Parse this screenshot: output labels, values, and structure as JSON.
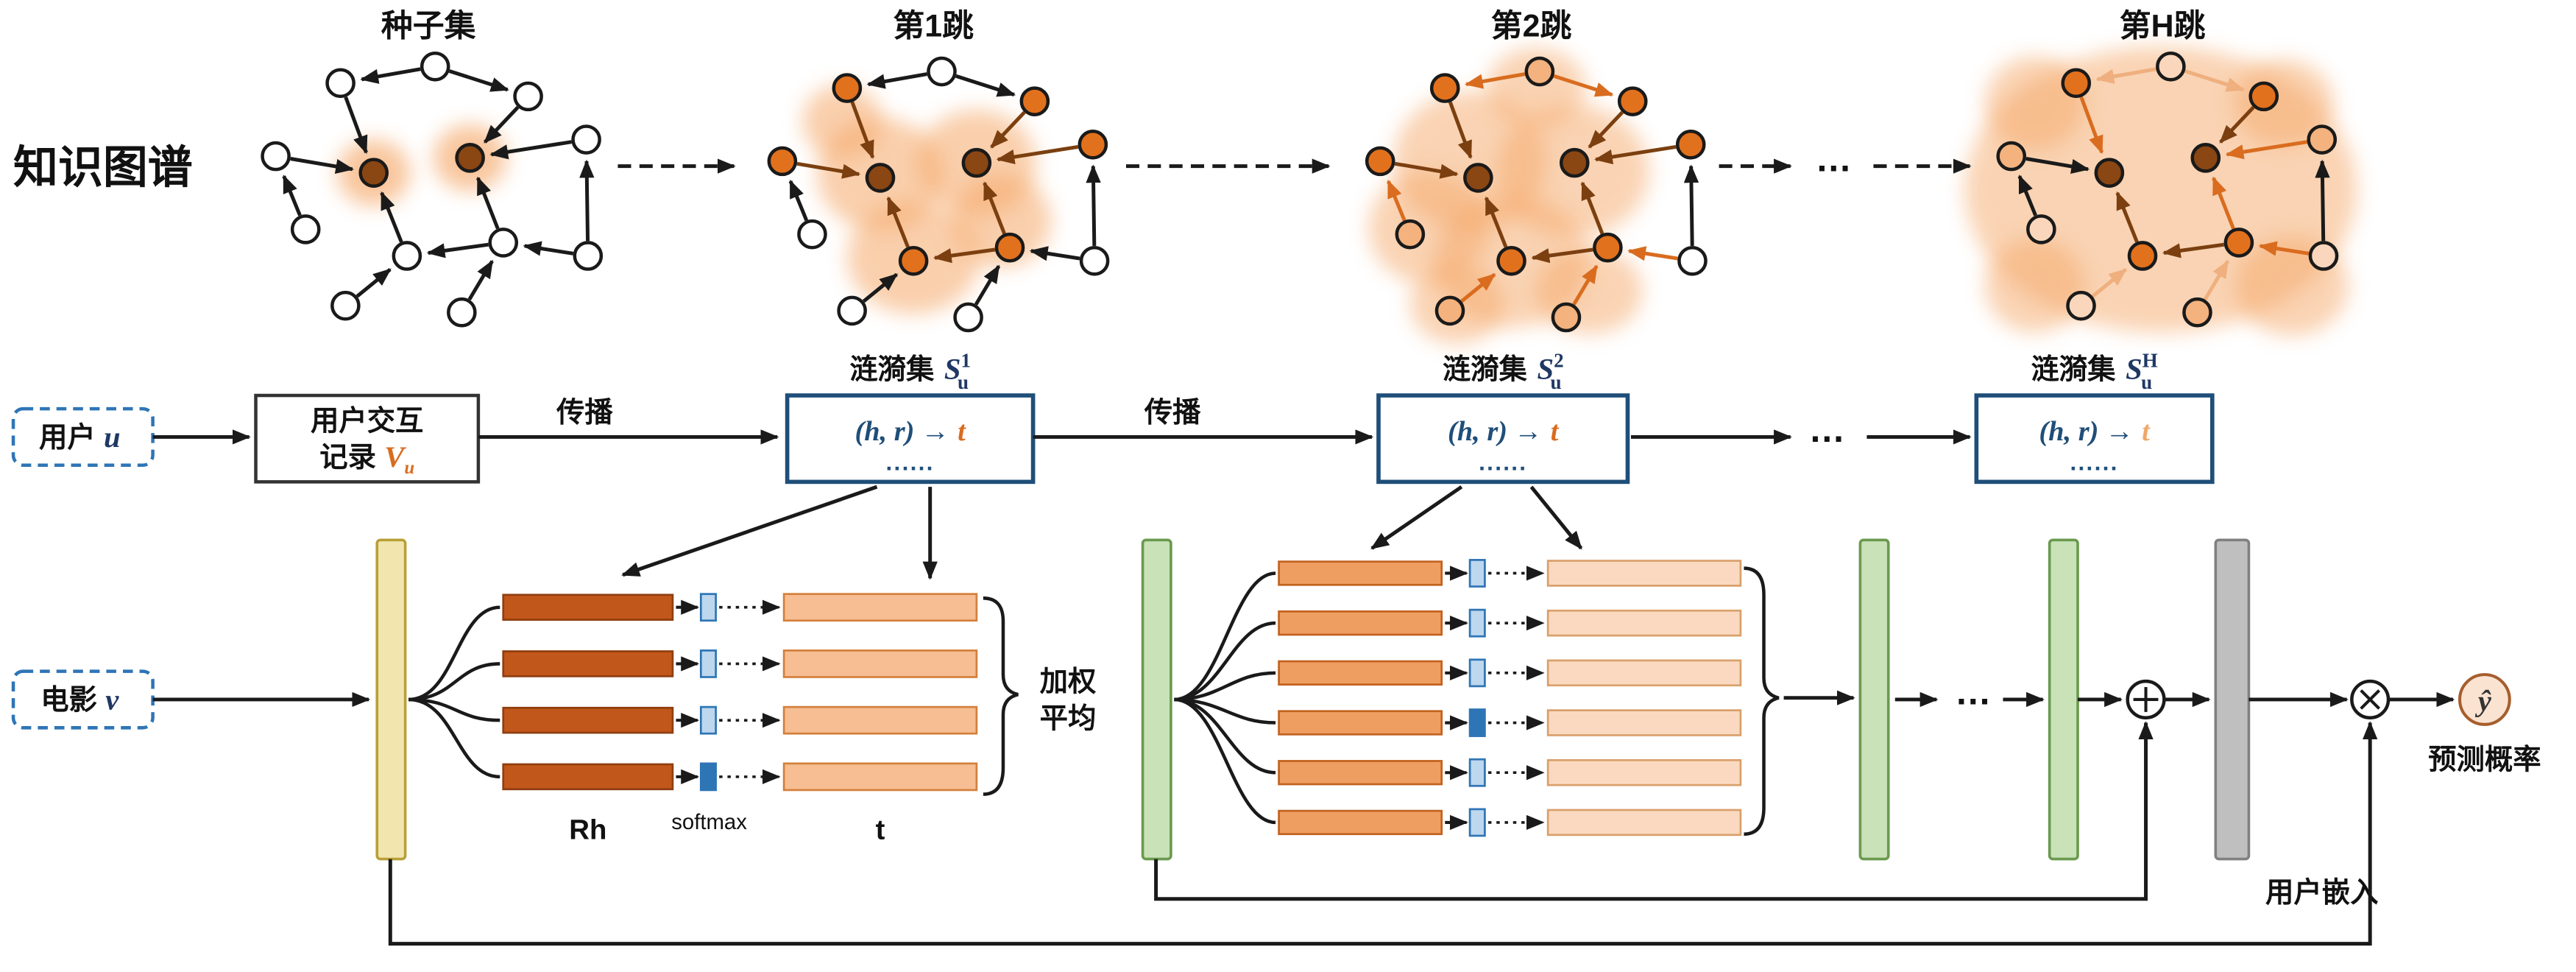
{
  "palette": {
    "node_white": "#FFFFFF",
    "seed_dark": "#8A4613",
    "hop1_orange": "#E2711D",
    "hop2_light": "#F3B27E",
    "hopH_pale": "#FAD7BC",
    "blob_orange": "#F5A869",
    "edge_black": "#1A1A1A",
    "edge_brown": "#7B3F10",
    "edge_orange": "#D96C1F",
    "edge_pale": "#EFAF7E",
    "ripple_box_blue": "#1F4E79",
    "dashed_box_blue": "#2E75B6",
    "var_navy": "#1F3864",
    "accent_orange": "#D96C1F",
    "accent_orange_light": "#F0A868",
    "item_bar_yellow": "#F2E5AE",
    "green_bar": "#C9E2B8",
    "gray_bar": "#BFBFBF",
    "rh_bar_dark": "#C2571B",
    "rh_bar_dark_border": "#8F3E0F",
    "t_bar_light": "#F6BE92",
    "t_bar_light_border": "#D4803C",
    "hop2_bar": "#EF9E62",
    "hop2_bar_border": "#C2621F",
    "hop2_t_bar": "#FAD9C0",
    "hop2_t_bar_border": "#D9A06B",
    "softmax_light": "#BDD7EE",
    "softmax_dark": "#2E75B6"
  },
  "kg_row": {
    "label": "知识图谱",
    "ellipsis": "…",
    "graphs": [
      {
        "title": "种子集",
        "seed": [
          4,
          5
        ],
        "hop1": [],
        "hop2": [],
        "pale": [],
        "edge_brown": [],
        "edge_orange": [],
        "edge_pale": []
      },
      {
        "title": "第1跳",
        "seed": [
          4,
          5
        ],
        "hop1": [
          0,
          2,
          3,
          6,
          8,
          9
        ],
        "hop2": [],
        "pale": [],
        "edge_brown": [
          0,
          1,
          2,
          3,
          4,
          5,
          13
        ],
        "edge_orange": [],
        "edge_pale": []
      },
      {
        "title": "第2跳",
        "seed": [
          4,
          5
        ],
        "hop1": [
          0,
          2,
          3,
          6,
          8,
          9
        ],
        "hop2": [
          1,
          7,
          11,
          12
        ],
        "pale": [],
        "edge_brown": [
          0,
          1,
          2,
          3,
          4,
          5,
          13
        ],
        "edge_orange": [
          6,
          7,
          8,
          9,
          10,
          11
        ],
        "edge_pale": []
      },
      {
        "title": "第H跳",
        "seed": [
          4,
          5
        ],
        "hop1": [
          0,
          2,
          8,
          9
        ],
        "hop2": [
          3,
          6,
          12
        ],
        "pale": [
          1,
          7,
          10,
          11
        ],
        "edge_brown": [
          2,
          3,
          13
        ],
        "edge_orange": [
          0,
          4,
          5,
          11
        ],
        "edge_pale": [
          6,
          7,
          9,
          10
        ]
      }
    ]
  },
  "middle_row": {
    "user_box": {
      "label": "用户",
      "var": "u"
    },
    "history_box": {
      "line1": "用户交互",
      "line2": "记录",
      "var": "V",
      "sub": "u"
    },
    "propagate1": "传播",
    "propagate2": "传播",
    "ellipsis": "…",
    "ripple_sets": [
      {
        "title": "涟漪集",
        "symbol": "S",
        "sup": "1",
        "sub": "u",
        "lhs": "(h, r)",
        "arrow": "→",
        "t": "t",
        "dots": "......",
        "t_color": "#D96C1F"
      },
      {
        "title": "涟漪集",
        "symbol": "S",
        "sup": "2",
        "sub": "u",
        "lhs": "(h, r)",
        "arrow": "→",
        "t": "t",
        "dots": "......",
        "t_color": "#D96C1F"
      },
      {
        "title": "涟漪集",
        "symbol": "S",
        "sup": "H",
        "sub": "u",
        "lhs": "(h, r)",
        "arrow": "→",
        "t": "t",
        "dots": "......",
        "t_color": "#F0A868"
      }
    ]
  },
  "bottom_row": {
    "movie_box": {
      "label": "电影",
      "var": "v"
    },
    "group1": {
      "rows": 4,
      "dark_square_index": 3,
      "rh_label": "Rh",
      "softmax_label": "softmax",
      "t_label": "t"
    },
    "weighted_avg_line1": "加权",
    "weighted_avg_line2": "平均",
    "group2": {
      "rows": 6,
      "dark_square_index": 3
    },
    "ellipsis": "…",
    "user_embedding_label": "用户嵌入",
    "y_hat": "ŷ",
    "prediction_label": "预测概率"
  }
}
